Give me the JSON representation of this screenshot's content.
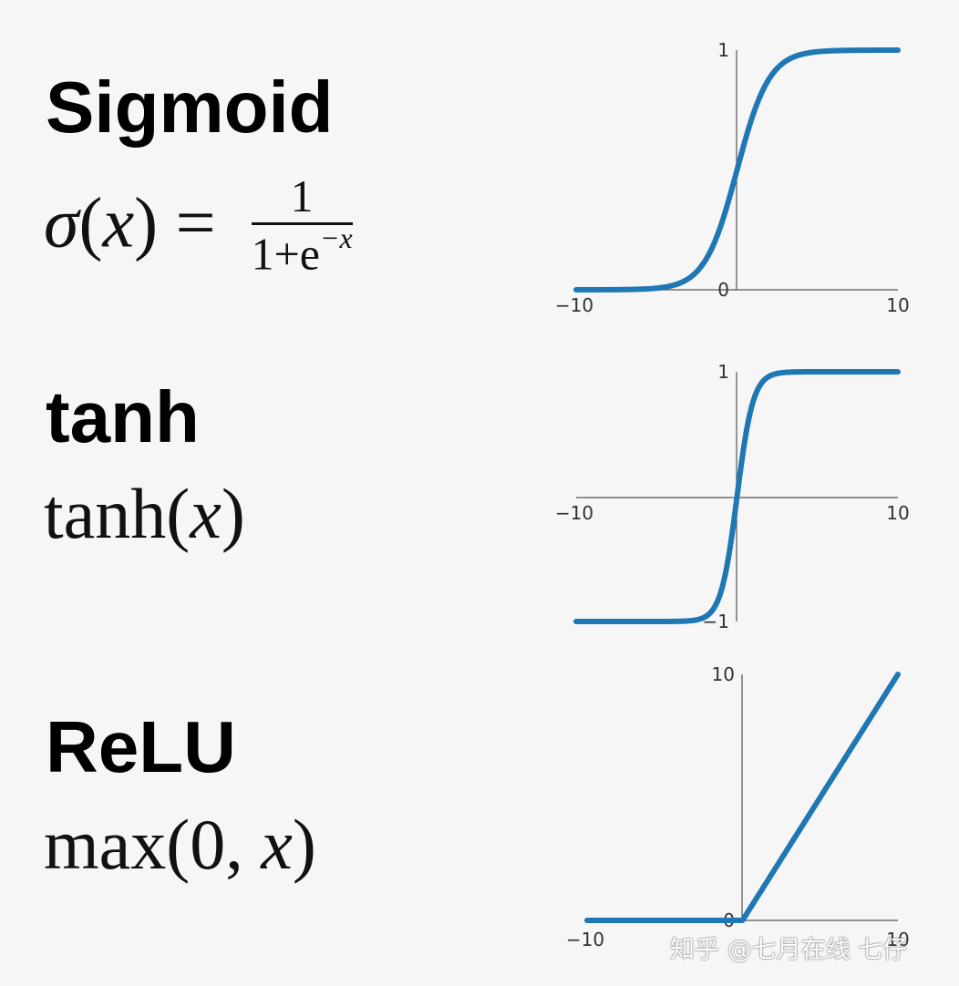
{
  "panels": [
    {
      "name": "Sigmoid",
      "formula": {
        "lhs_func": "σ",
        "lhs_open": "(",
        "lhs_var": "x",
        "lhs_close": ")",
        "eq": " = ",
        "num": "1",
        "den_base": "1+e",
        "den_exp": "−x"
      }
    },
    {
      "name": "tanh",
      "formula": {
        "text_func": "tanh(",
        "text_var": "x",
        "text_close": ")"
      }
    },
    {
      "name": "ReLU",
      "formula": {
        "text_func": "max(0, ",
        "text_var": "x",
        "text_close": ")"
      }
    }
  ],
  "chart_data": [
    {
      "type": "line",
      "series": [
        {
          "function": "sigmoid",
          "x": [
            -10,
            -8,
            -6,
            -4,
            -2,
            0,
            2,
            4,
            6,
            8,
            10
          ],
          "y": [
            4.54e-05,
            0.000335,
            0.00247,
            0.018,
            0.119,
            0.5,
            0.881,
            0.982,
            0.9975,
            0.99966,
            0.99995
          ]
        }
      ],
      "xlim": [
        -10,
        10
      ],
      "ylim": [
        0,
        1
      ],
      "xticks": [
        "−10",
        "10"
      ],
      "yticks": [
        "0",
        "1"
      ],
      "line_color": "#1f77b4"
    },
    {
      "type": "line",
      "series": [
        {
          "function": "tanh",
          "x": [
            -10,
            -4,
            -2,
            -1,
            0,
            1,
            2,
            4,
            10
          ],
          "y": [
            -1,
            -0.9993,
            -0.964,
            -0.762,
            0,
            0.762,
            0.964,
            0.9993,
            1
          ]
        }
      ],
      "xlim": [
        -10,
        10
      ],
      "ylim": [
        -1,
        1
      ],
      "xticks": [
        "−10",
        "10"
      ],
      "yticks": [
        "−1",
        "1"
      ],
      "line_color": "#1f77b4"
    },
    {
      "type": "line",
      "series": [
        {
          "function": "relu",
          "x": [
            -10,
            0,
            10
          ],
          "y": [
            0,
            0,
            10
          ]
        }
      ],
      "xlim": [
        -10,
        10
      ],
      "ylim": [
        0,
        10
      ],
      "xticks": [
        "−10",
        "10"
      ],
      "yticks": [
        "0",
        "10"
      ],
      "line_color": "#1f77b4"
    }
  ],
  "watermark": "知乎 @七月在线 七仔"
}
